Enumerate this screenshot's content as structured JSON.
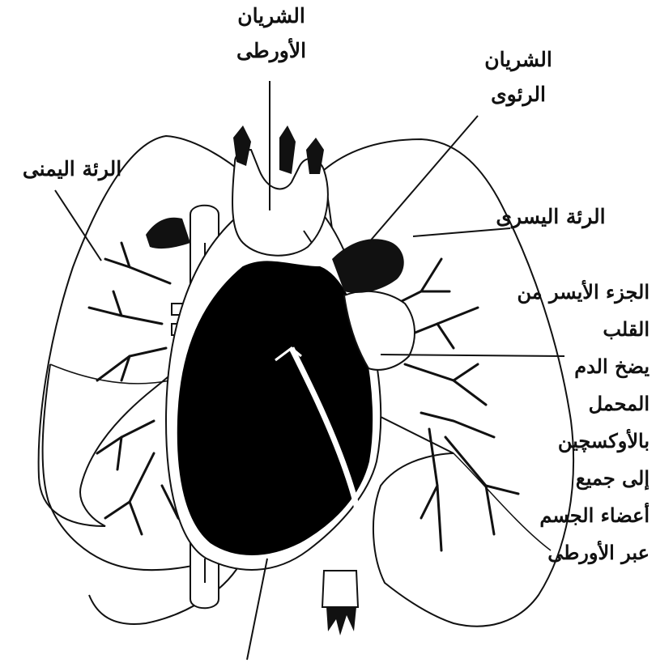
{
  "labels": {
    "aorta": [
      "الشريان",
      "الأورطى"
    ],
    "pulmonary_artery": [
      "الشريان",
      "الرئوى"
    ],
    "right_lung": "الرئة اليمنى",
    "left_lung": "الرئة اليسرى",
    "left_heart_description": [
      "الجزء الأيسر من",
      "القلب",
      "يضخ الدم",
      "المحمل",
      "بالأوكسچين",
      "إلى جميع",
      "أعضاء الجسم",
      "عبر الأورطى"
    ]
  },
  "colors": {
    "ink": "#111111",
    "background": "#ffffff",
    "heart_fill": "#000000"
  }
}
